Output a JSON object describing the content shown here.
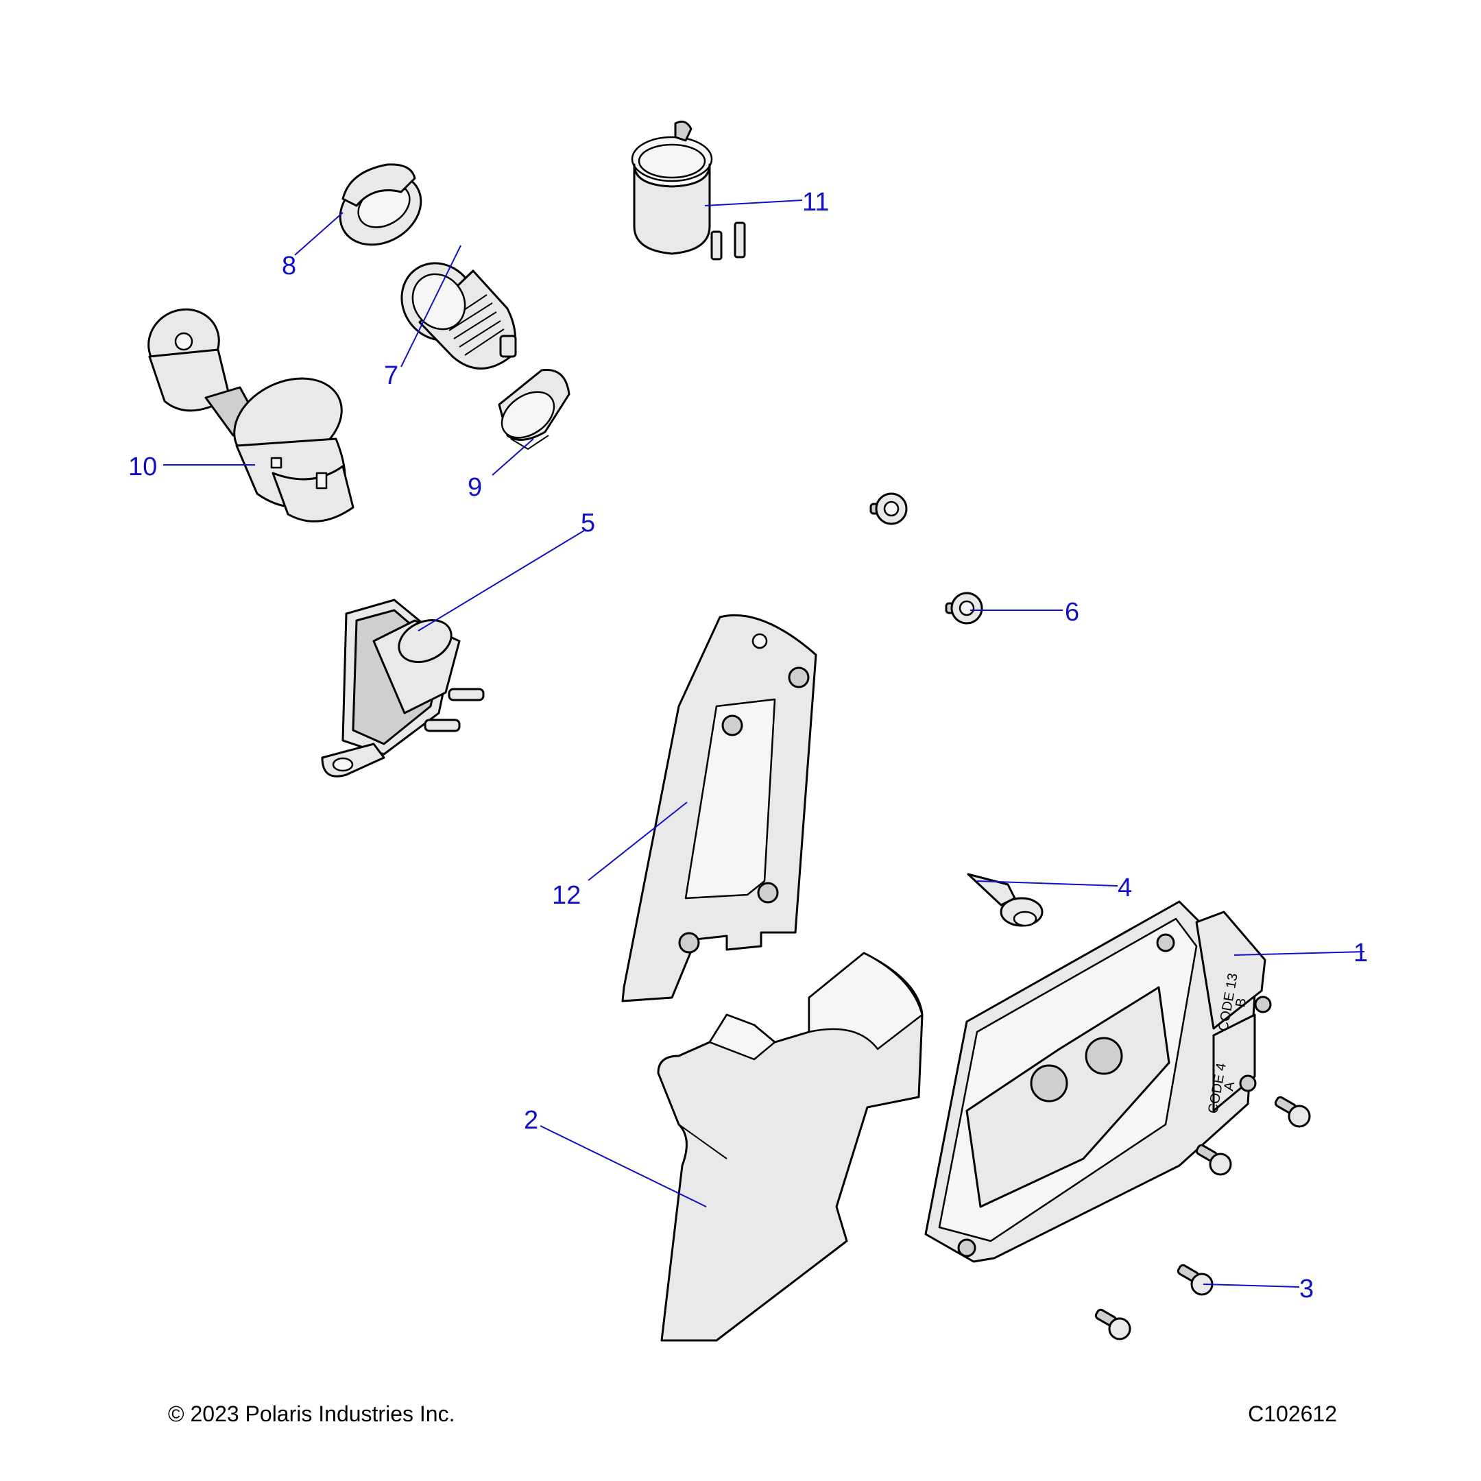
{
  "callouts": {
    "c1": "1",
    "c2": "2",
    "c3": "3",
    "c4": "4",
    "c5": "5",
    "c6": "6",
    "c7": "7",
    "c8": "8",
    "c9": "9",
    "c10": "10",
    "c11": "11",
    "c12": "12"
  },
  "ecu_markings": {
    "code13": "CODE 13",
    "code4": "CODE 4",
    "b": "B",
    "a": "A"
  },
  "footer": {
    "copyright": "© 2023 Polaris Industries Inc.",
    "figure_id": "C102612"
  },
  "colors": {
    "callout": "#1010c8",
    "part_fill": "#e9e9e9",
    "outline": "#000000"
  }
}
